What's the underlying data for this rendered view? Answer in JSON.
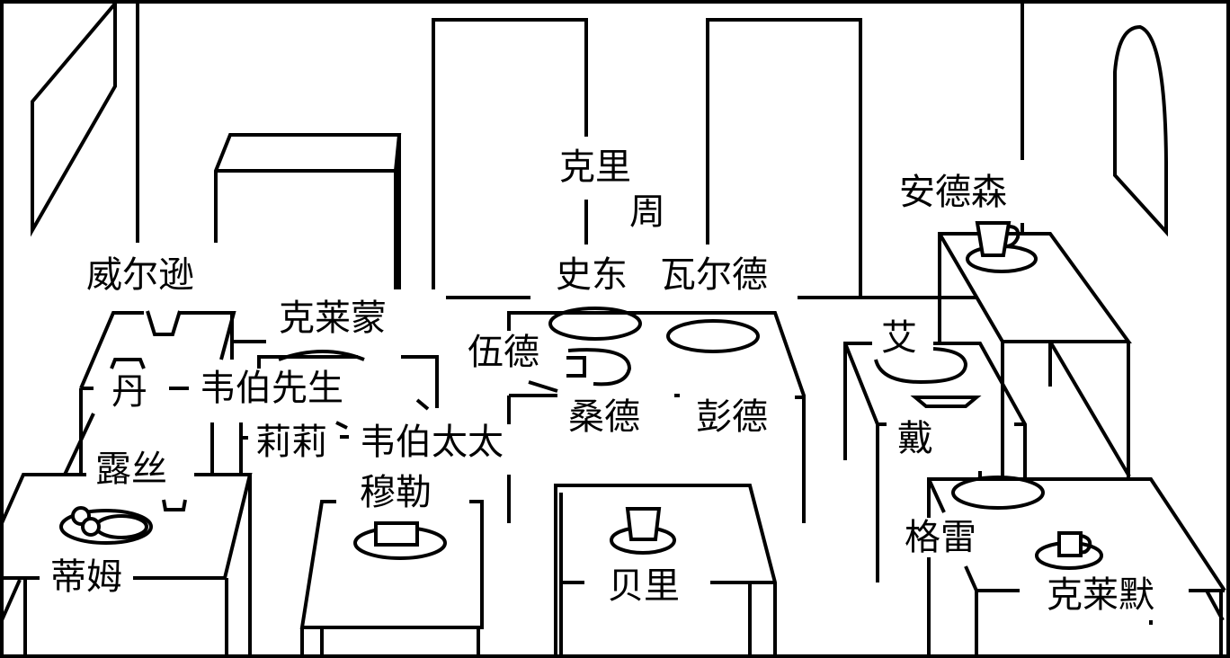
{
  "diagram": {
    "type": "seating-layout",
    "line_color": "#000000",
    "background_color": "#ffffff"
  },
  "labels": {
    "wilson": "威尔逊",
    "clemon": "克莱蒙",
    "dan": "丹",
    "mr_webb": "韦伯先生",
    "lily": "莉莉",
    "mrs_webb": "韦伯太太",
    "ruth": "露丝",
    "muller": "穆勒",
    "tim": "蒂姆",
    "kerry": "克里",
    "zhou": "周",
    "stone": "史东",
    "ward": "瓦尔德",
    "wood": "伍德",
    "sander": "桑德",
    "pender": "彭德",
    "berry": "贝里",
    "anderson": "安德森",
    "ai": "艾",
    "dai": "戴",
    "gray": "格雷",
    "clemo": "克莱默"
  },
  "objects": {
    "icons": [
      "picture-frame",
      "door",
      "cabinet",
      "window",
      "cup",
      "plate",
      "bowl",
      "bread",
      "table"
    ]
  }
}
